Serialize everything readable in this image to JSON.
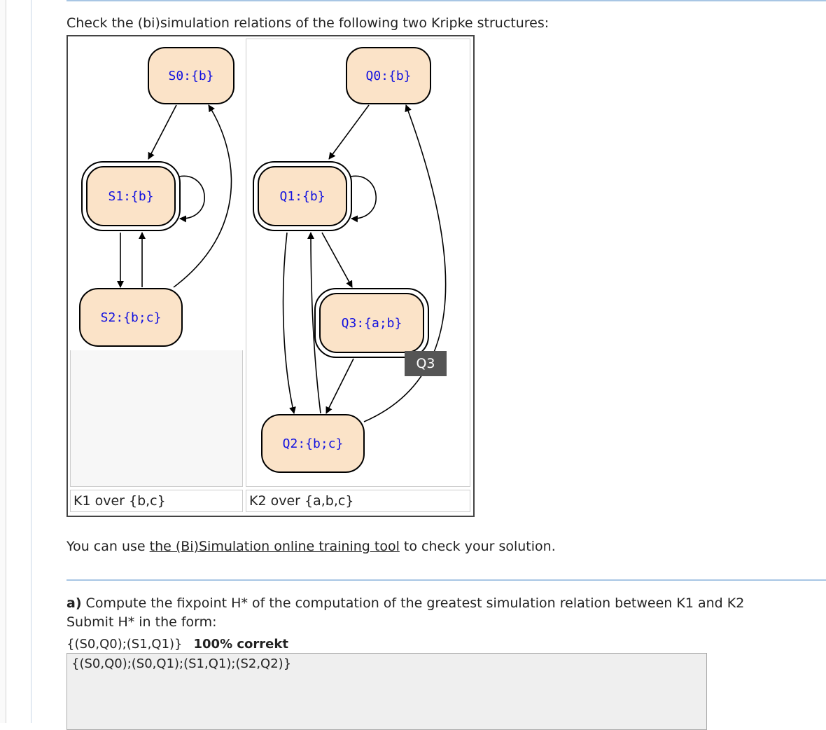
{
  "question": {
    "intro": "Check the (bi)simulation relations of the following two Kripke structures:",
    "link_prefix": "You can use ",
    "link_text": "the (Bi)Simulation online training tool",
    "link_suffix": " to check your solution.",
    "part_a_label": "a)",
    "part_a_text": " Compute the fixpoint H* of the computation of the greatest simulation relation between K1 and K2",
    "submit_hint": "Submit H* in the form:",
    "example_form": "{(S0,Q0);(S1,Q1)}",
    "score_badge": "100% correkt",
    "answer_value": "{(S0,Q0);(S0,Q1);(S1,Q1);(S2,Q2)}"
  },
  "k1": {
    "caption": "K1 over {b,c}",
    "nodes": {
      "s0": "S0:{b}",
      "s1": "S1:{b}",
      "s2": "S2:{b;c}"
    }
  },
  "k2": {
    "caption": "K2 over {a,b,c}",
    "nodes": {
      "q0": "Q0:{b}",
      "q1": "Q1:{b}",
      "q2": "Q2:{b;c}",
      "q3": "Q3:{a;b}"
    }
  },
  "tooltip": "Q3",
  "colors": {
    "node_fill": "#fbe3c8",
    "node_text": "#1010e0",
    "separator": "#a8c6e4"
  }
}
